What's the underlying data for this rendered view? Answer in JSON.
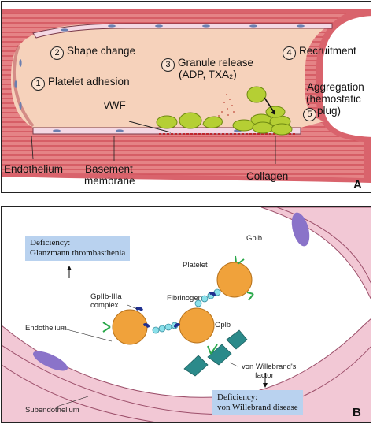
{
  "panel_a": {
    "letter": "A",
    "steps": [
      {
        "num": "1",
        "text": "Platelet adhesion"
      },
      {
        "num": "2",
        "text": "Shape change"
      },
      {
        "num": "3",
        "text": "Granule release",
        "text2": "(ADP, TXA₂)"
      },
      {
        "num": "4",
        "text": "Recruitment"
      },
      {
        "num": "5",
        "text": "Aggregation",
        "text2": "(hemostatic",
        "text3": "plug)"
      }
    ],
    "labels": {
      "vwf": "vWF",
      "endothelium": "Endothelium",
      "basement1": "Basement",
      "basement2": "membrane",
      "collagen": "Collagen"
    },
    "colors": {
      "vessel_wall": "#d9636c",
      "lumen": "#f6d2bb",
      "platelet": "#b5cf34"
    }
  },
  "panel_b": {
    "letter": "B",
    "deficiency1_a": "Deficiency:",
    "deficiency1_b": "Glanzmann thrombasthenia",
    "deficiency2_a": "Deficiency:",
    "deficiency2_b": "von Willebrand disease",
    "labels": {
      "platelet": "Platelet",
      "gpib_top": "Gplb",
      "gpib_mid": "Gplb",
      "gpiib1": "GpIIb-IIIa",
      "gpiib2": "complex",
      "fibrinogen": "Fibrinogen",
      "endothelium": "Endothelium",
      "subendothelium": "Subendothelium",
      "vwf1": "von Willebrand's",
      "vwf2": "factor"
    },
    "colors": {
      "platelet": "#f0a23b",
      "vessel": "#f2c8d5",
      "box": "#b9d2ef"
    }
  }
}
